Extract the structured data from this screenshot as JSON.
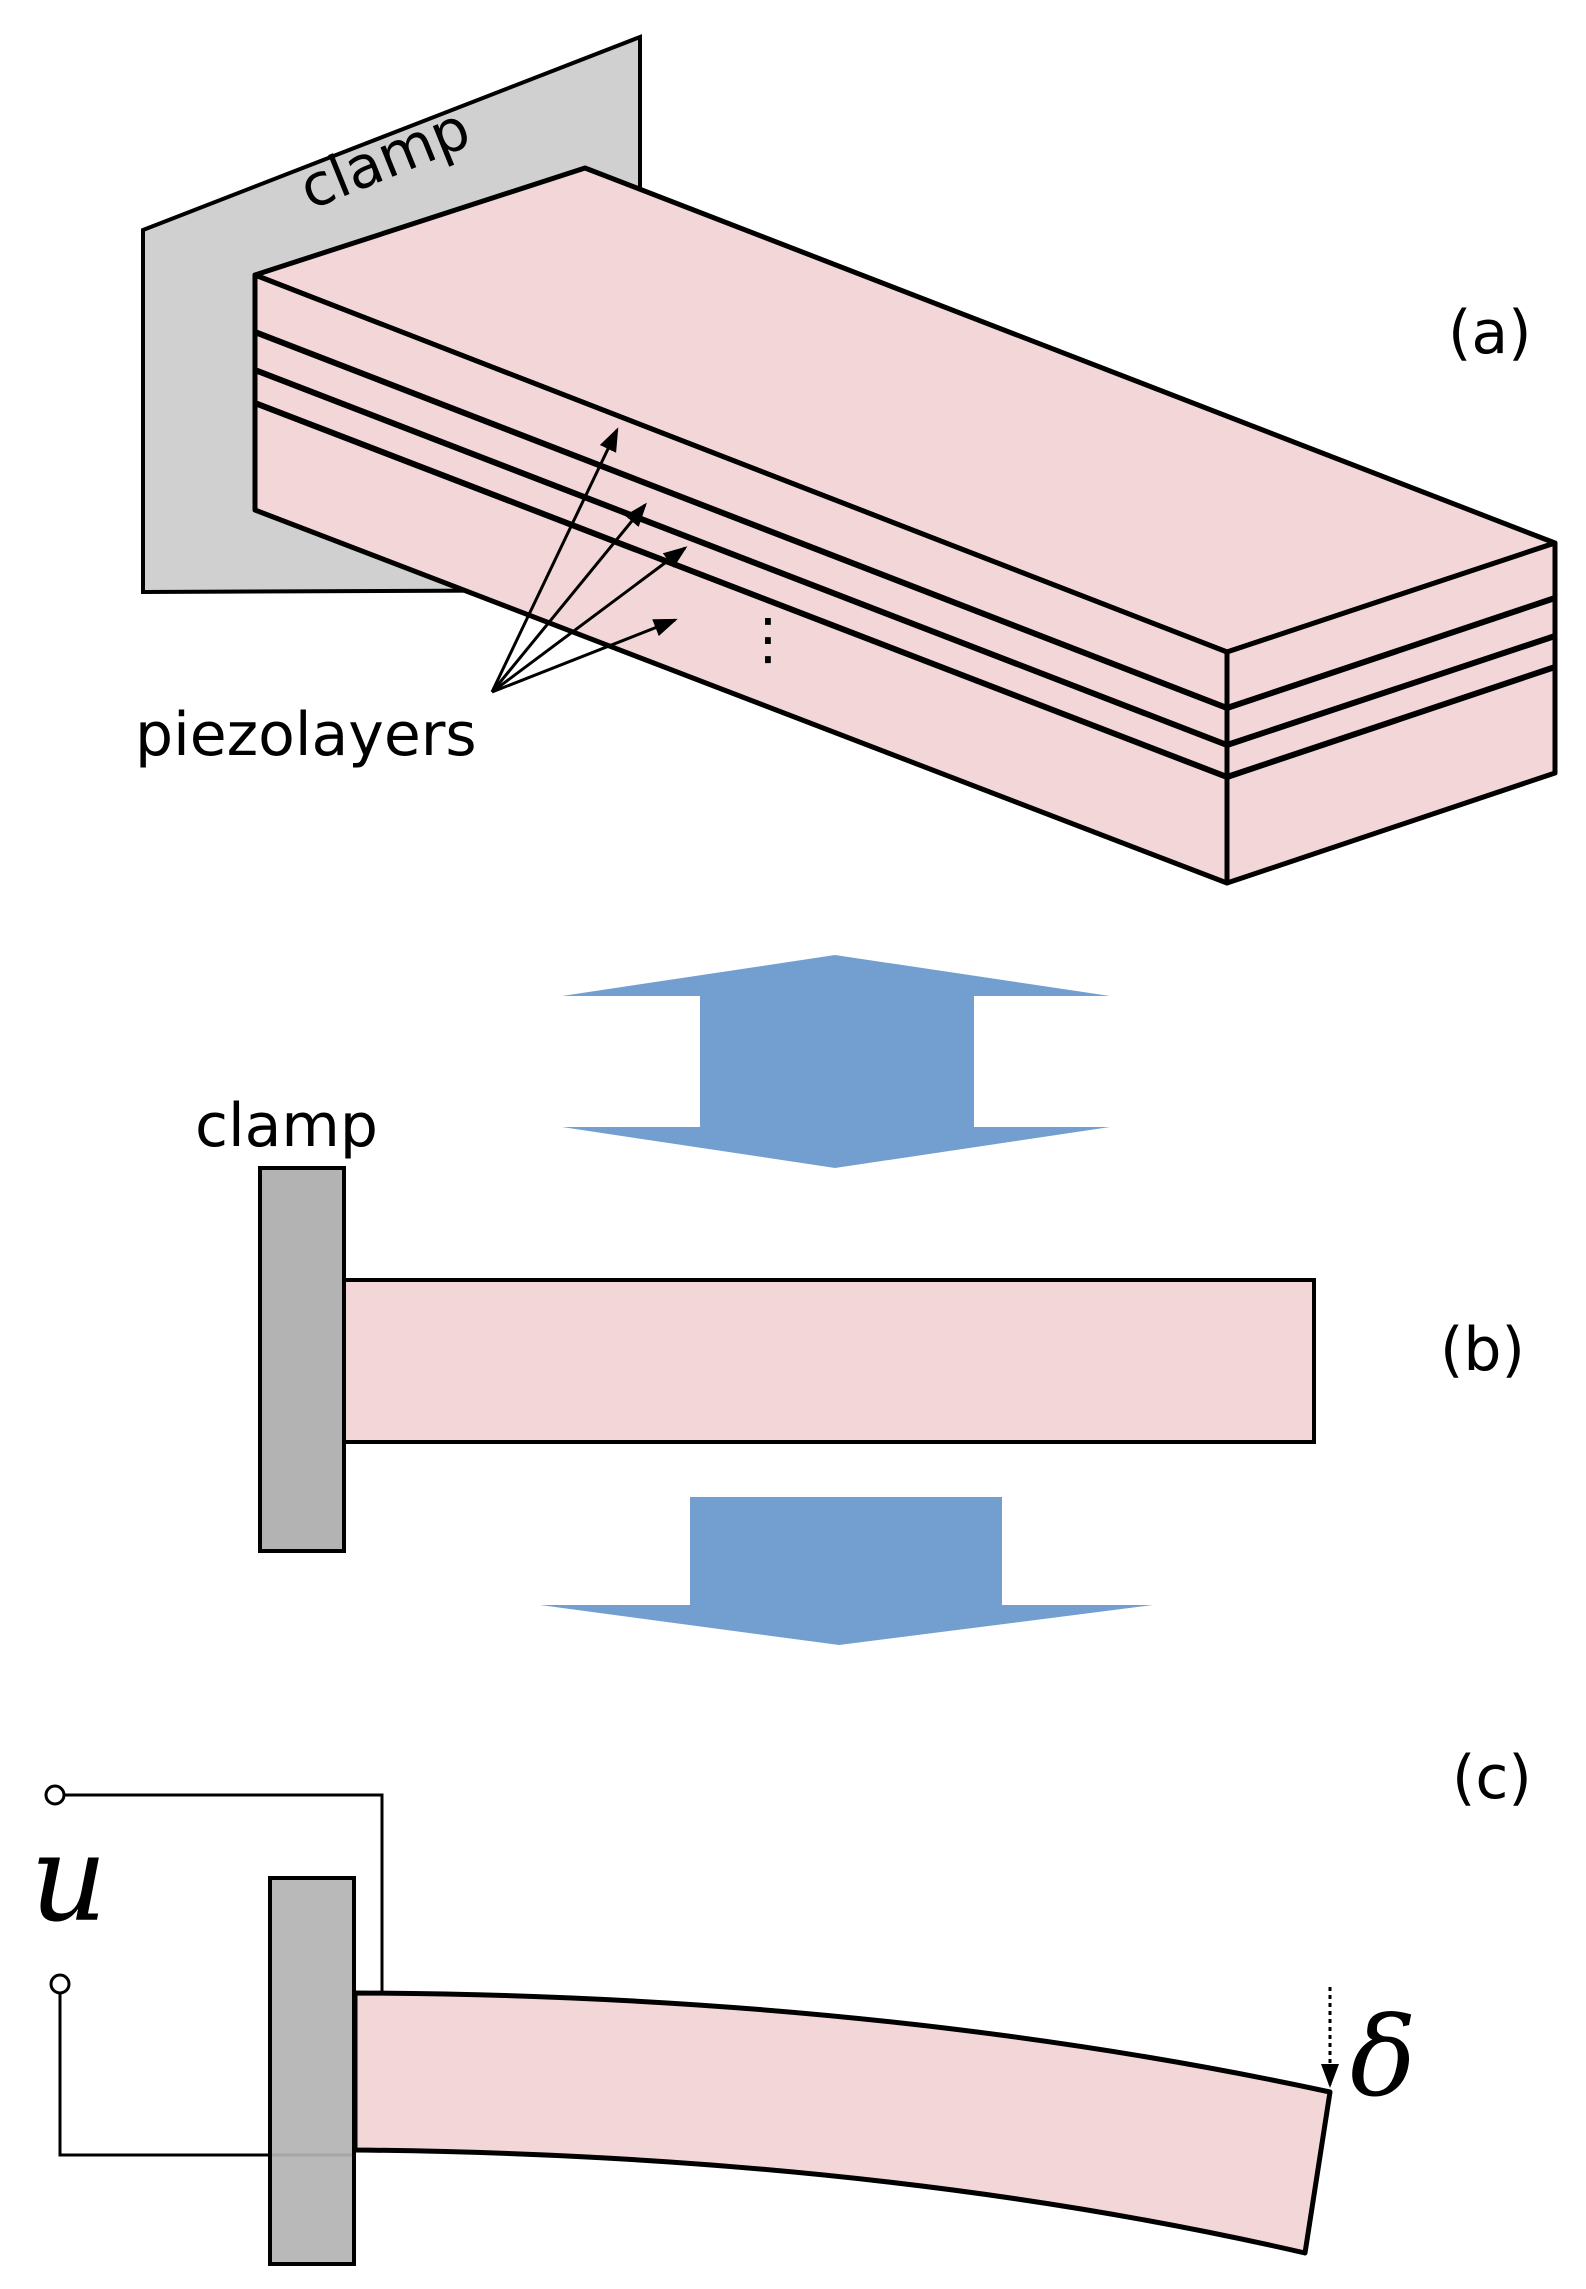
{
  "panels": {
    "a": {
      "tag": "(a)",
      "clamp_label": "clamp",
      "layers_label": "piezolayers",
      "ellipsis": "⋮"
    },
    "b": {
      "tag": "(b)",
      "clamp_label": "clamp"
    },
    "c": {
      "tag": "(c)",
      "voltage_symbol": "u",
      "deflection_symbol": "δ"
    }
  },
  "colors": {
    "beam_fill": "#f3d7d8",
    "clamp_fill_a": "#d0d0d0",
    "clamp_fill": "#b3b3b3",
    "arrow_fill": "#729fcf",
    "line": "#000000"
  }
}
